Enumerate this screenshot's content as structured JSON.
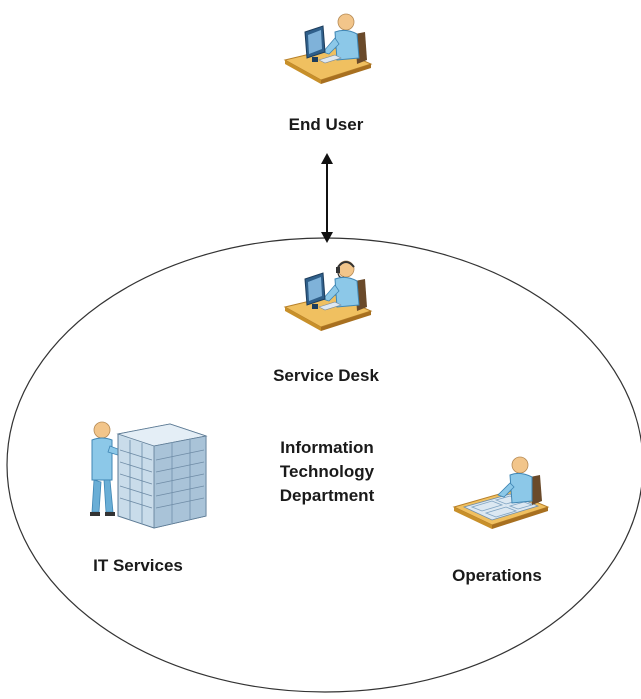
{
  "diagram": {
    "end_user": {
      "label": "End User",
      "icon": "user-at-desk-icon"
    },
    "service_desk": {
      "label": "Service Desk",
      "icon": "headset-agent-at-desk-icon"
    },
    "it_department": {
      "line1": "Information",
      "line2": "Technology",
      "line3": "Department"
    },
    "it_services": {
      "label": "IT Services",
      "icon": "server-rack-technician-icon"
    },
    "operations": {
      "label": "Operations",
      "icon": "operator-at-console-icon"
    },
    "connector": "bidirectional-arrow",
    "colors": {
      "person": "#8cc8e8",
      "person_dark": "#3f86b4",
      "skin": "#f2c58a",
      "desk": "#f0c060",
      "desk_dark": "#c8902a",
      "monitor": "#2f5f8a",
      "rack": "#c9dcea",
      "rack_dark": "#7a9ab4"
    }
  }
}
